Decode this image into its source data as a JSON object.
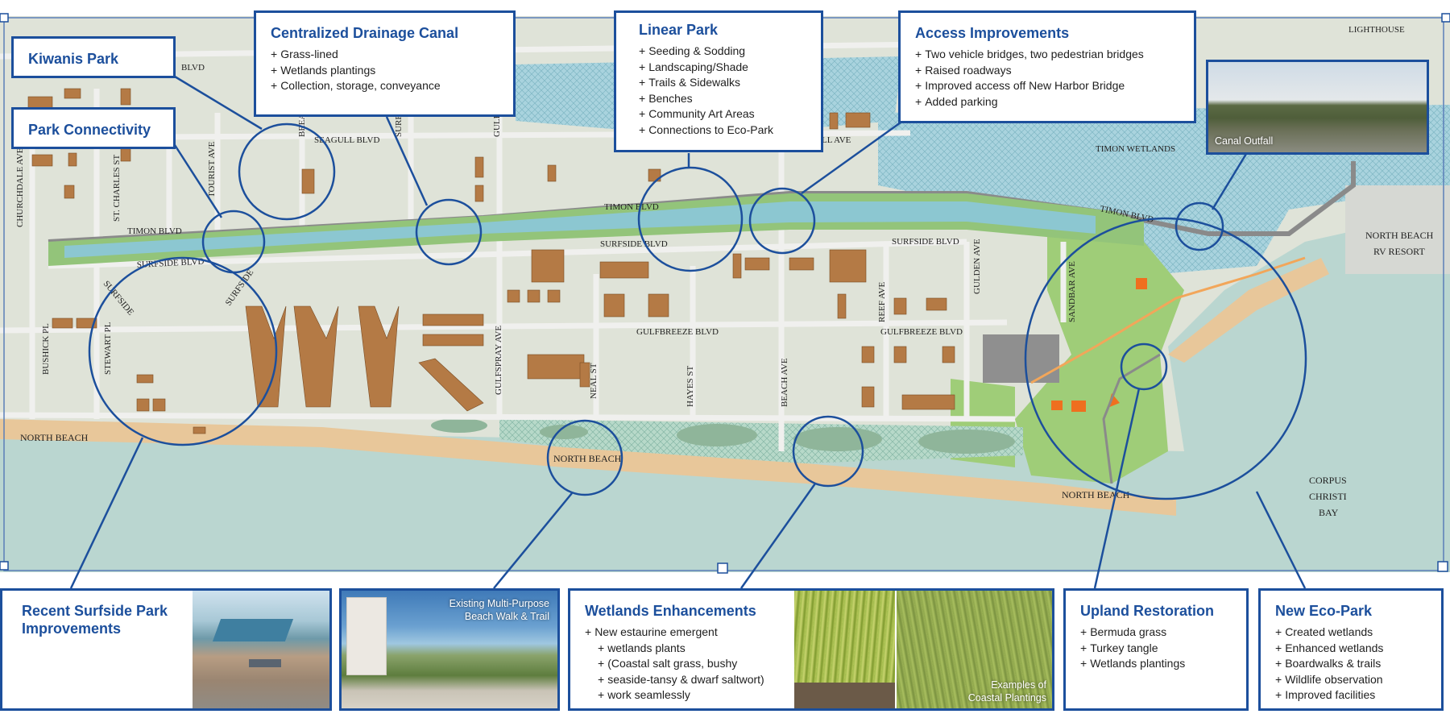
{
  "callouts": {
    "kiwanis_park": {
      "title": "Kiwanis Park"
    },
    "park_connectivity": {
      "title": "Park Connectivity"
    },
    "drainage_canal": {
      "title": "Centralized Drainage Canal",
      "items": [
        "Grass-lined",
        "Wetlands plantings",
        "Collection, storage, conveyance"
      ]
    },
    "linear_park": {
      "title": "Linear Park",
      "items": [
        "Seeding & Sodding",
        "Landscaping/Shade",
        "Trails & Sidewalks",
        "Benches",
        "Community Art Areas",
        "Connections to Eco-Park"
      ]
    },
    "access_improvements": {
      "title": "Access Improvements",
      "items": [
        "Two vehicle bridges, two pedestrian bridges",
        "Raised roadways",
        "Improved access off New Harbor Bridge",
        "Added parking"
      ]
    },
    "canal_outfall": {
      "caption": "Canal Outfall"
    }
  },
  "bottom": {
    "surfside": {
      "title_line1": "Recent Surfside Park",
      "title_line2": "Improvements"
    },
    "beach_walk": {
      "caption_line1": "Existing Multi-Purpose",
      "caption_line2": "Beach Walk & Trail"
    },
    "wetlands": {
      "title": "Wetlands Enhancements",
      "items": [
        "New estaurine emergent",
        "wetlands plants",
        "(Coastal salt grass, bushy",
        "seaside-tansy & dwarf saltwort)",
        "work seamlessly"
      ],
      "caption_line1": "Examples of",
      "caption_line2": "Coastal Plantings"
    },
    "upland": {
      "title": "Upland Restoration",
      "items": [
        "Bermuda grass",
        "Turkey tangle",
        "Wetlands plantings"
      ]
    },
    "eco_park": {
      "title": "New Eco-Park",
      "items": [
        "Created wetlands",
        "Enhanced wetlands",
        "Boardwalks & trails",
        "Wildlife observation",
        "Improved facilities"
      ]
    }
  },
  "map_labels": {
    "lighthouse": "LIGHTHOUSE",
    "timon_wetlands": "TIMON WETLANDS",
    "north_beach_rv_1": "NORTH BEACH",
    "north_beach_rv_2": "RV RESORT",
    "corpus_1": "CORPUS",
    "corpus_2": "CHRISTI",
    "corpus_3": "BAY",
    "north_beach_west": "NORTH BEACH",
    "north_beach_center": "NORTH BEACH",
    "north_beach_east": "NORTH BEACH",
    "blvd_top": "BLVD",
    "seagull_blvd": "SEAGULL BLVD",
    "ll_ave": "LL   AVE",
    "timon_blvd_west": "TIMON BLVD",
    "timon_blvd_center": "TIMON BLVD",
    "timon_blvd_east": "TIMON BLVD",
    "surfside_blvd_west": "SURFSIDE   BLVD",
    "surfside_blvd_center": "SURFSIDE   BLVD",
    "surfside_blvd_east": "SURFSIDE   BLVD",
    "gulfbreeze_blvd_1": "GULFBREEZE   BLVD",
    "gulfbreeze_blvd_2": "GULFBREEZE   BLVD",
    "surfside_diag_1": "SURFSIDE",
    "surfside_diag_2": "SURFSIDE",
    "churchdale_ave": "CHURCHDALE AVE",
    "st_charles": "ST. CHARLES ST",
    "tourist_ave": "TOURIST AVE",
    "bushick_pl": "BUSHICK PL",
    "stewart_pl": "STEWART PL",
    "gulfspray_ave": "GULFSPRAY AVE",
    "neal_st": "NEAL ST",
    "hayes_st": "HAYES ST",
    "beach_ave": "BEACH AVE",
    "reef_ave": "REEF   AVE",
    "gulden_ave": "GULDEN AVE",
    "sandbar_ave": "SANDBAR AVE",
    "gulf_top": "GULF",
    "surf_top": "SURF",
    "brea_top": "BREA"
  },
  "colors": {
    "accent": "#1c4f9c",
    "building": "#b47a45",
    "water": "#a8d2dc",
    "canal": "#8cc7d1",
    "green": "#8fc466",
    "sand": "#e8c79a",
    "map_bg": "#dfe3d8",
    "orange": "#ef6f1f"
  }
}
